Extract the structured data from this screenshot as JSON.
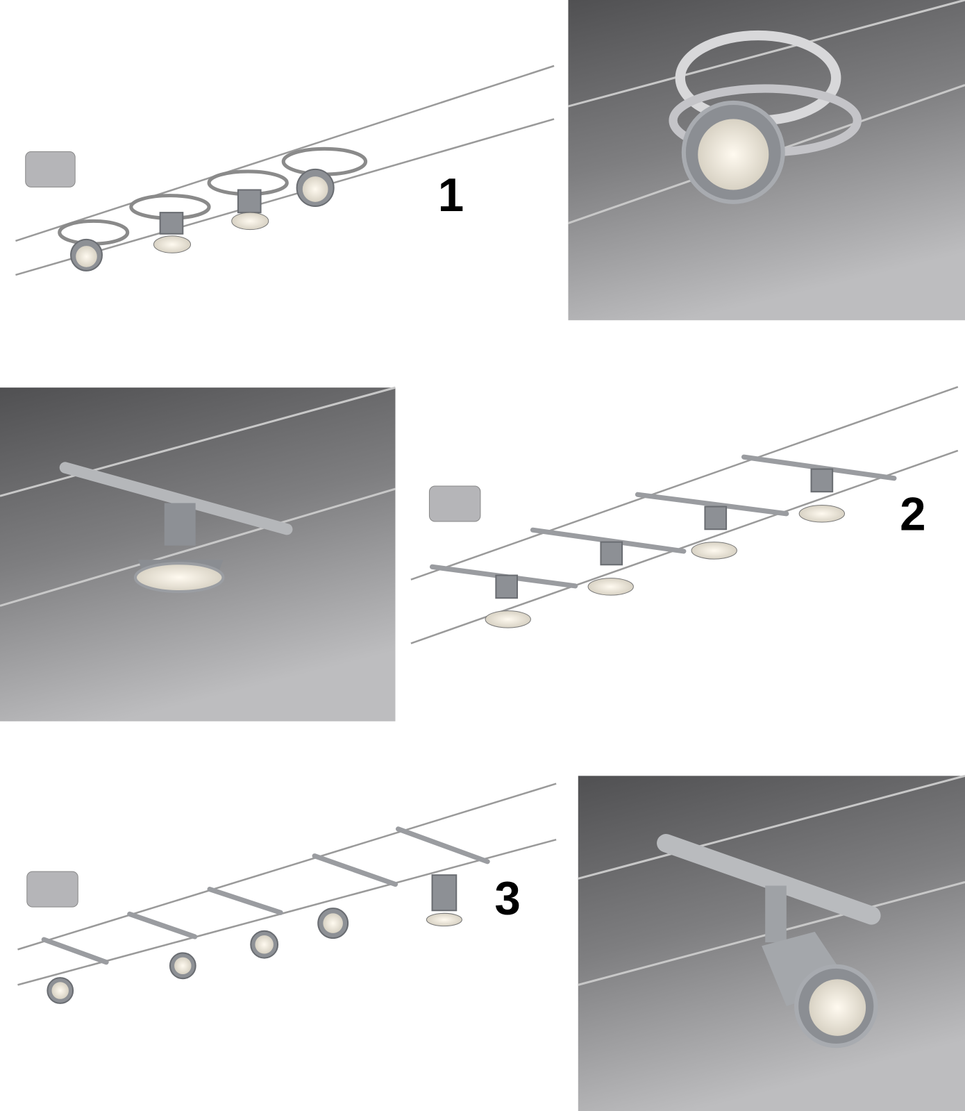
{
  "panels": [
    {
      "id": "set-1",
      "label": "1"
    },
    {
      "id": "set-2",
      "label": "2"
    },
    {
      "id": "set-3",
      "label": "3"
    }
  ],
  "colors": {
    "dark_bg_top": "#555557",
    "dark_bg_bottom": "#b9b9bb",
    "wire": "#9a9a9a"
  }
}
